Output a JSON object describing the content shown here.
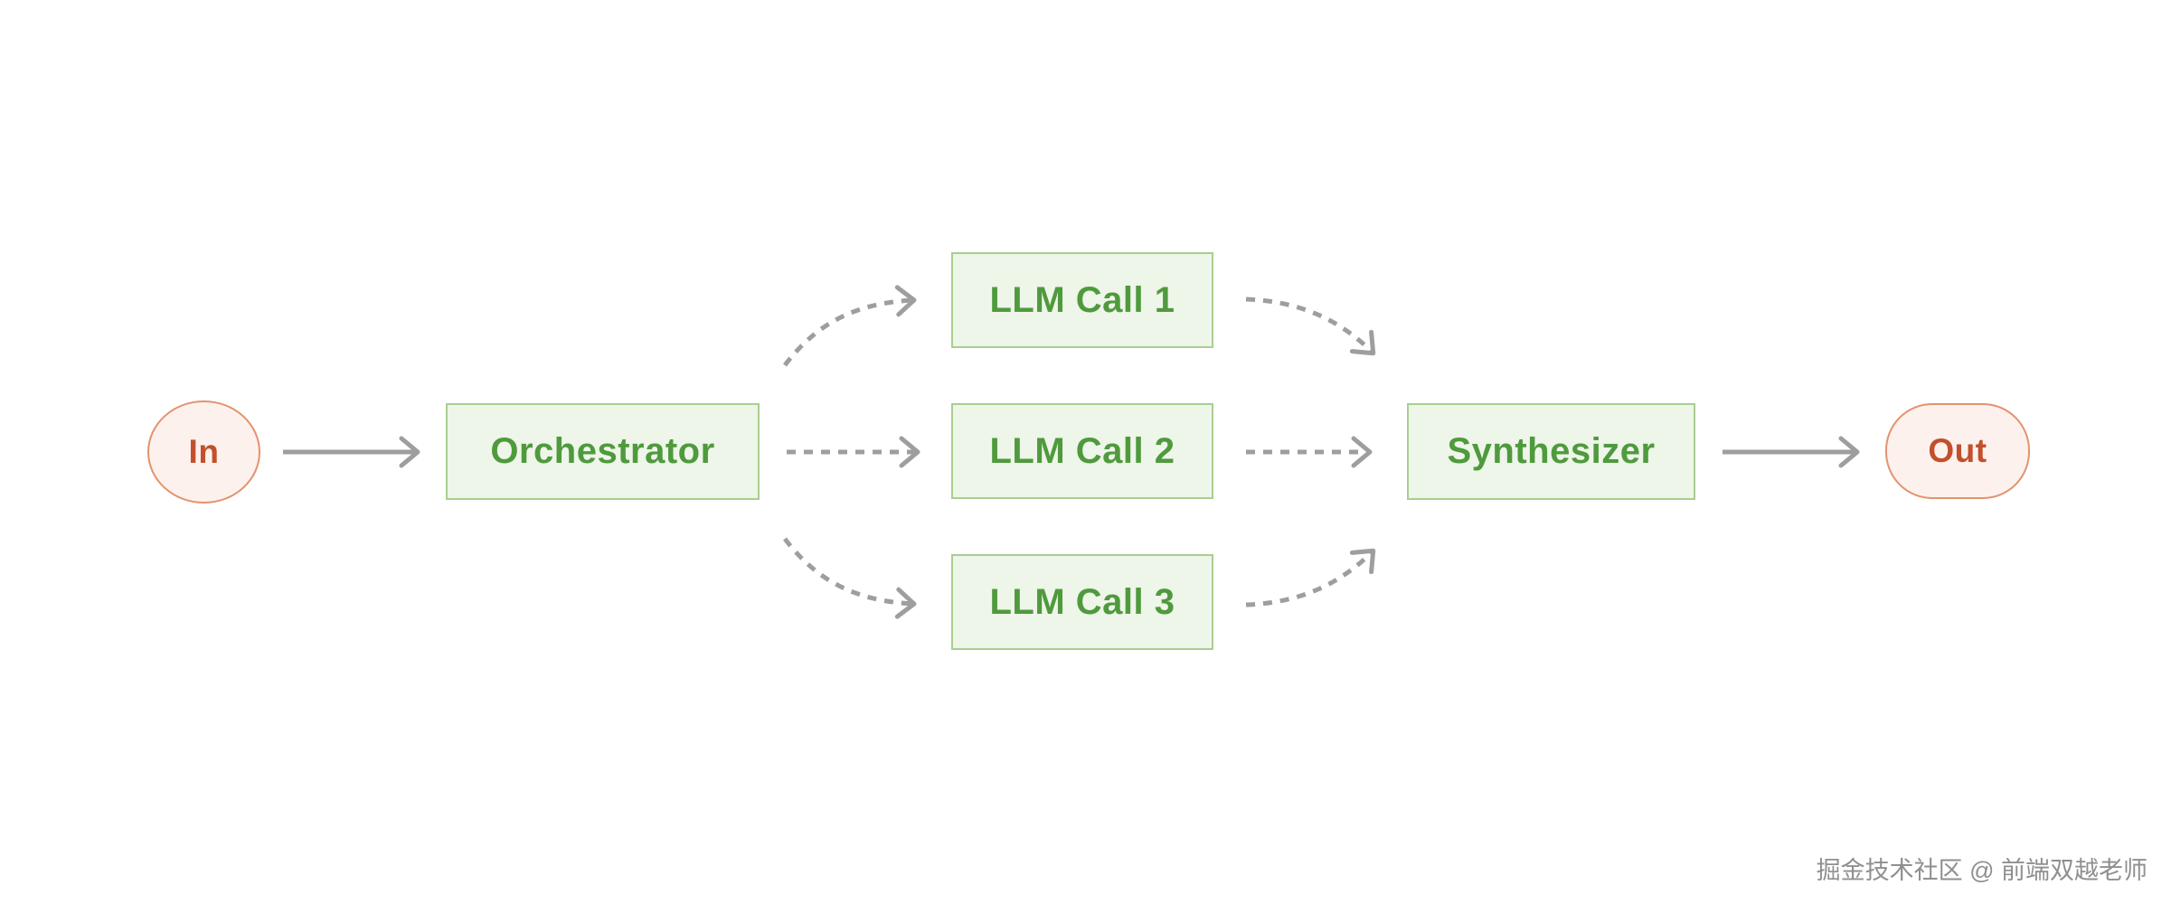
{
  "diagram": {
    "nodes": {
      "input": {
        "label": "In"
      },
      "orchestrator": {
        "label": "Orchestrator"
      },
      "llm_call_1": {
        "label": "LLM Call 1"
      },
      "llm_call_2": {
        "label": "LLM Call 2"
      },
      "llm_call_3": {
        "label": "LLM Call 3"
      },
      "synthesizer": {
        "label": "Synthesizer"
      },
      "output": {
        "label": "Out"
      }
    },
    "edges": [
      {
        "from": "In",
        "to": "Orchestrator",
        "style": "solid"
      },
      {
        "from": "Orchestrator",
        "to": "LLM Call 1",
        "style": "dashed"
      },
      {
        "from": "Orchestrator",
        "to": "LLM Call 2",
        "style": "dashed"
      },
      {
        "from": "Orchestrator",
        "to": "LLM Call 3",
        "style": "dashed"
      },
      {
        "from": "LLM Call 1",
        "to": "Synthesizer",
        "style": "dashed"
      },
      {
        "from": "LLM Call 2",
        "to": "Synthesizer",
        "style": "dashed"
      },
      {
        "from": "LLM Call 3",
        "to": "Synthesizer",
        "style": "dashed"
      },
      {
        "from": "Synthesizer",
        "to": "Out",
        "style": "solid"
      }
    ]
  },
  "colors": {
    "background": "#ffffff",
    "green_fill": "#eef5e9",
    "green_border": "#a9ce90",
    "green_text": "#4f9a3d",
    "pink_fill": "#fdf1ed",
    "pink_border": "#e2936f",
    "pink_text": "#c1502c",
    "arrow_gray": "#9e9e9e",
    "watermark_gray": "#8f8f8f"
  },
  "watermark": {
    "text": "掘金技术社区 @ 前端双越老师"
  }
}
